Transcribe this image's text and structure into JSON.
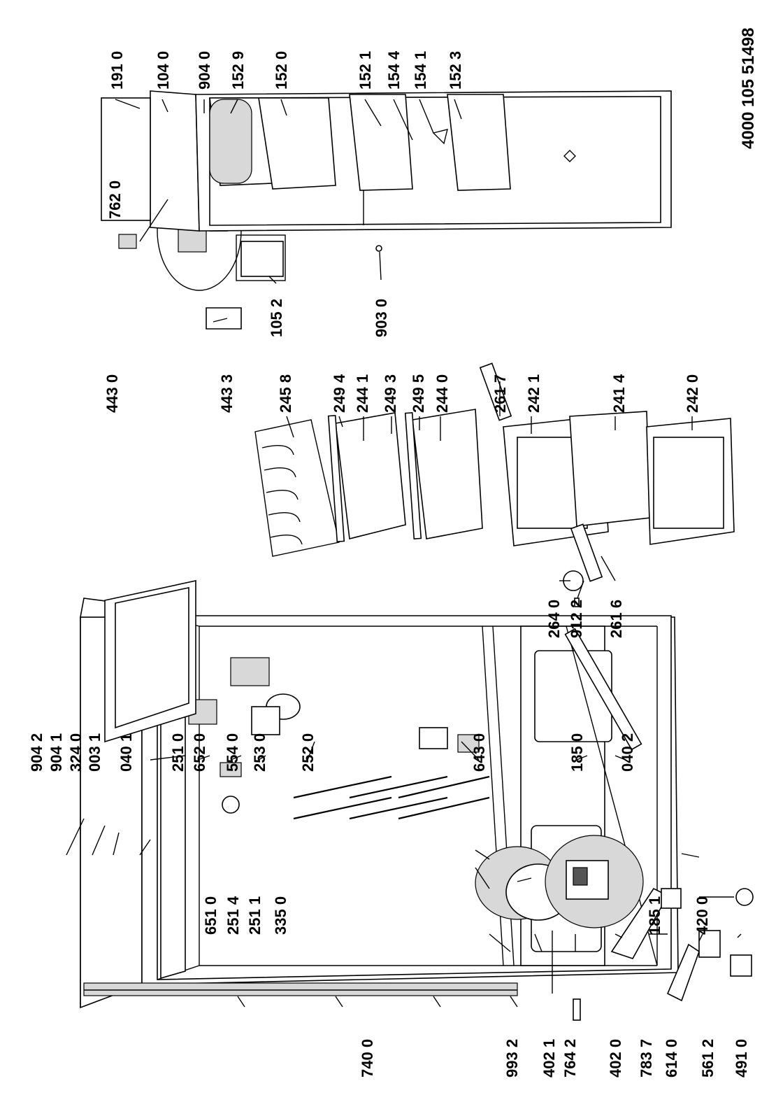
{
  "document_number": "4000 105 51498",
  "part_labels": {
    "p9042": "904 2",
    "p9041": "904 1",
    "p3240": "324 0",
    "p0031": "003 1",
    "p0401": "040 1",
    "p2510": "251 0",
    "p6520": "652 0",
    "p5540": "554 0",
    "p2530": "253 0",
    "p2520": "252 0",
    "p6430": "643 0",
    "p1850": "185 0",
    "p0402": "040 2",
    "p6510": "651 0",
    "p2514": "251 4",
    "p2511": "251 1",
    "p3350": "335 0",
    "p4200": "420 0",
    "p1851": "185 1",
    "p7400": "740 0",
    "p9932": "993 2",
    "p4021": "402 1",
    "p7642": "764 2",
    "p4020": "402 0",
    "p7837": "783 7",
    "p6140": "614 0",
    "p5612": "561 2",
    "p4910": "491 0",
    "p4430": "443 0",
    "p4433": "443 3",
    "p7620": "762 0",
    "p2458": "245 8",
    "p2494": "249 4",
    "p2441": "244 1",
    "p2493": "249 3",
    "p2495": "249 5",
    "p2440": "244 0",
    "p2617": "261 7",
    "p2421": "242 1",
    "p2414": "241 4",
    "p2420": "242 0",
    "p2640": "264 0",
    "p9122": "912 2",
    "p2616": "261 6",
    "p1910": "191 0",
    "p1040": "104 0",
    "p9040": "904 0",
    "p1529": "152 9",
    "p1520": "152 0",
    "p1521": "152 1",
    "p1544": "154 4",
    "p1541": "154 1",
    "p1523": "152 3",
    "p1052": "105 2",
    "p9030": "903 0"
  }
}
